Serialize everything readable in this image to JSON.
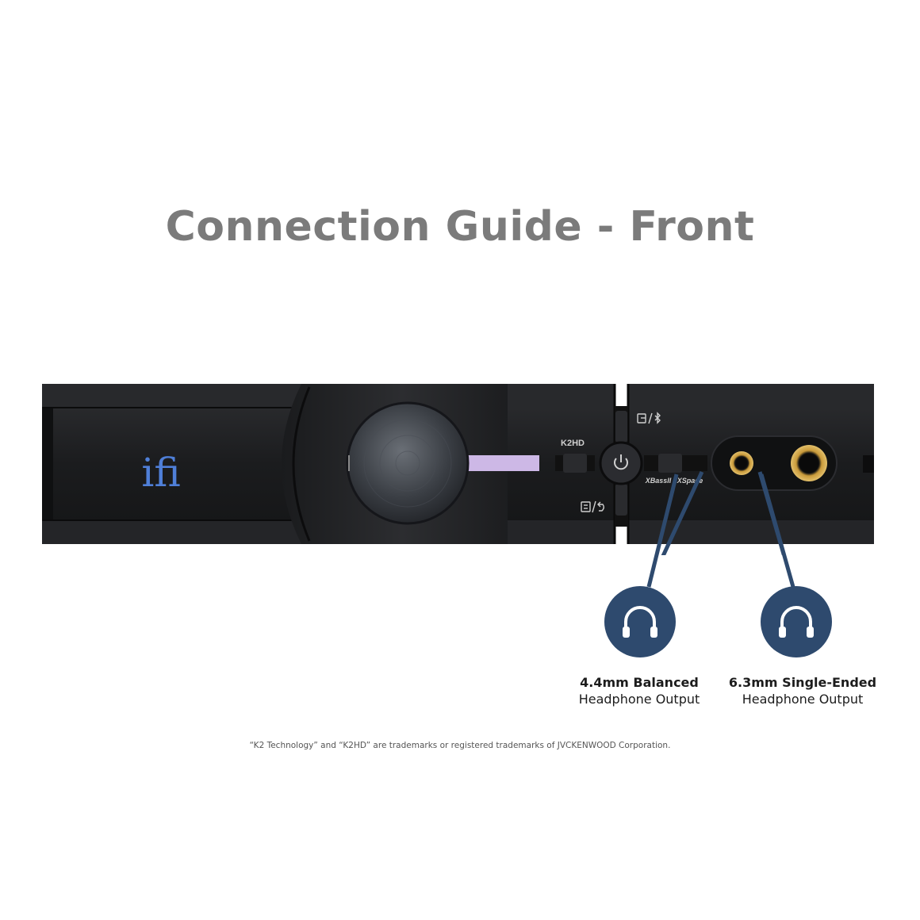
{
  "title": "Connection Guide - Front",
  "device": {
    "brand_logo": "ifi",
    "button_labels": {
      "k2hd": "K2HD",
      "xbass_xspace": "XBassII / XSpace"
    },
    "icons": [
      "input-bluetooth-icon",
      "power-icon",
      "menu-back-icon"
    ],
    "accent_colors": {
      "logo": "#4f7fd8",
      "led_strip": "#cdb8e6",
      "callout": "#2e4a6e"
    }
  },
  "outputs": [
    {
      "title": "4.4mm Balanced",
      "subtitle": "Headphone Output",
      "icon": "headphones-icon"
    },
    {
      "title": "6.3mm Single-Ended",
      "subtitle": "Headphone Output",
      "icon": "headphones-icon"
    }
  ],
  "trademark_note": "“K2 Technology” and “K2HD” are trademarks or registered trademarks of JVCKENWOOD Corporation."
}
